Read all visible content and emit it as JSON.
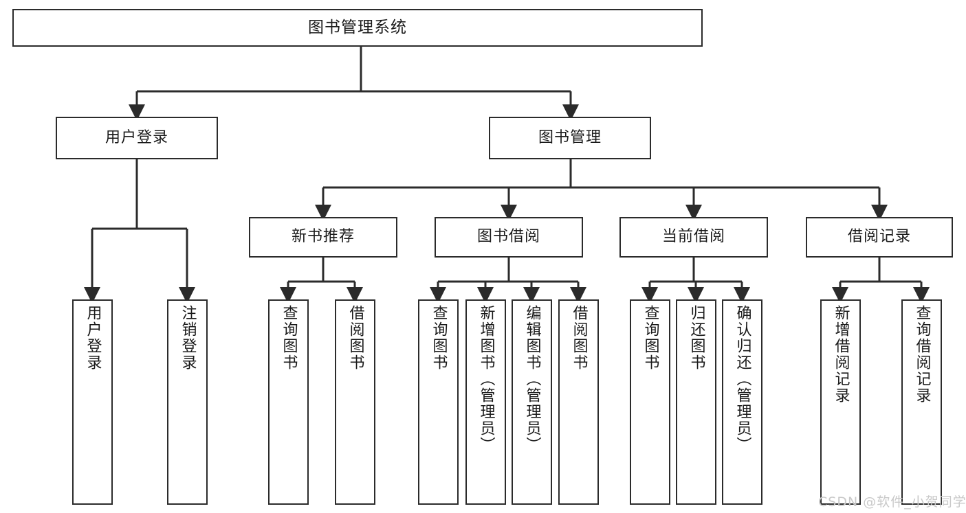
{
  "diagram": {
    "title": "图书管理系统",
    "type": "tree-hierarchy-chart",
    "watermark": "CSDN @软件_小贺同学",
    "colors": {
      "box_border": "#2b2b2b",
      "box_fill": "#ffffff",
      "edge": "#2b2b2b",
      "text": "#1a1a1a",
      "watermark": "#c9c9c9",
      "background": "#ffffff"
    },
    "root": {
      "label": "图书管理系统"
    },
    "level2": [
      {
        "id": "user-login",
        "label": "用户登录"
      },
      {
        "id": "book-manage",
        "label": "图书管理"
      }
    ],
    "level3": [
      {
        "id": "new-book-recommend",
        "label": "新书推荐"
      },
      {
        "id": "book-borrow",
        "label": "图书借阅"
      },
      {
        "id": "current-borrow",
        "label": "当前借阅"
      },
      {
        "id": "borrow-record",
        "label": "借阅记录"
      }
    ],
    "leaves": {
      "user-login": [
        {
          "id": "leaf-user-login",
          "label": "用户登录"
        },
        {
          "id": "leaf-logout",
          "label": "注销登录"
        }
      ],
      "new-book-recommend": [
        {
          "id": "leaf-query-book-1",
          "label": "查询图书"
        },
        {
          "id": "leaf-borrow-book-1",
          "label": "借阅图书"
        }
      ],
      "book-borrow": [
        {
          "id": "leaf-query-book-2",
          "label": "查询图书"
        },
        {
          "id": "leaf-add-book",
          "label": "新增图书（管理员）"
        },
        {
          "id": "leaf-edit-book",
          "label": "编辑图书（管理员）"
        },
        {
          "id": "leaf-borrow-book-2",
          "label": "借阅图书"
        }
      ],
      "current-borrow": [
        {
          "id": "leaf-query-book-3",
          "label": "查询图书"
        },
        {
          "id": "leaf-return-book",
          "label": "归还图书"
        },
        {
          "id": "leaf-confirm-return",
          "label": "确认归还（管理员）"
        }
      ],
      "borrow-record": [
        {
          "id": "leaf-add-record",
          "label": "新增借阅记录"
        },
        {
          "id": "leaf-query-record",
          "label": "查询借阅记录"
        }
      ]
    }
  }
}
